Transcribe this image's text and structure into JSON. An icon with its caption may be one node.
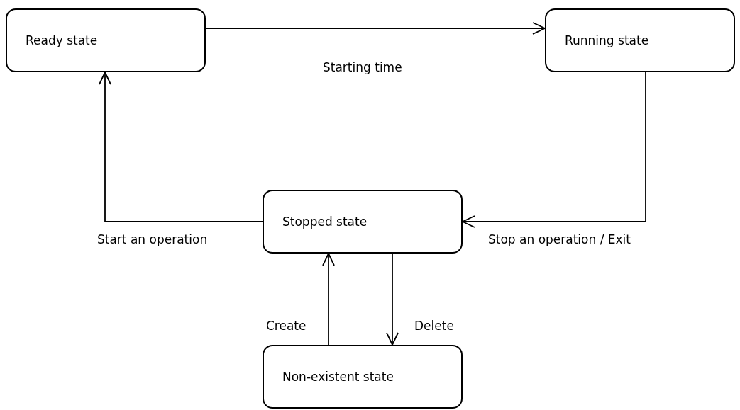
{
  "diagram": {
    "nodes": [
      {
        "text": [
          "Ready state"
        ]
      },
      {
        "text": [
          "Running state"
        ]
      },
      {
        "text": [
          "Stopped state"
        ]
      },
      {
        "text": [
          "Non-existent state"
        ]
      }
    ],
    "edges": [
      {
        "from": 0,
        "to": 1,
        "arrow": "to",
        "label": "Starting time"
      },
      {
        "from": 1,
        "to": 2,
        "arrow": "to",
        "label": "Stop an operation / Exit"
      },
      {
        "from": 2,
        "to": 0,
        "arrow": "to",
        "label": "Start an operation"
      },
      {
        "from": 3,
        "to": 2,
        "arrow": "to",
        "label": "Create"
      },
      {
        "from": 2,
        "to": 3,
        "arrow": "to",
        "label": "Delete"
      }
    ]
  }
}
